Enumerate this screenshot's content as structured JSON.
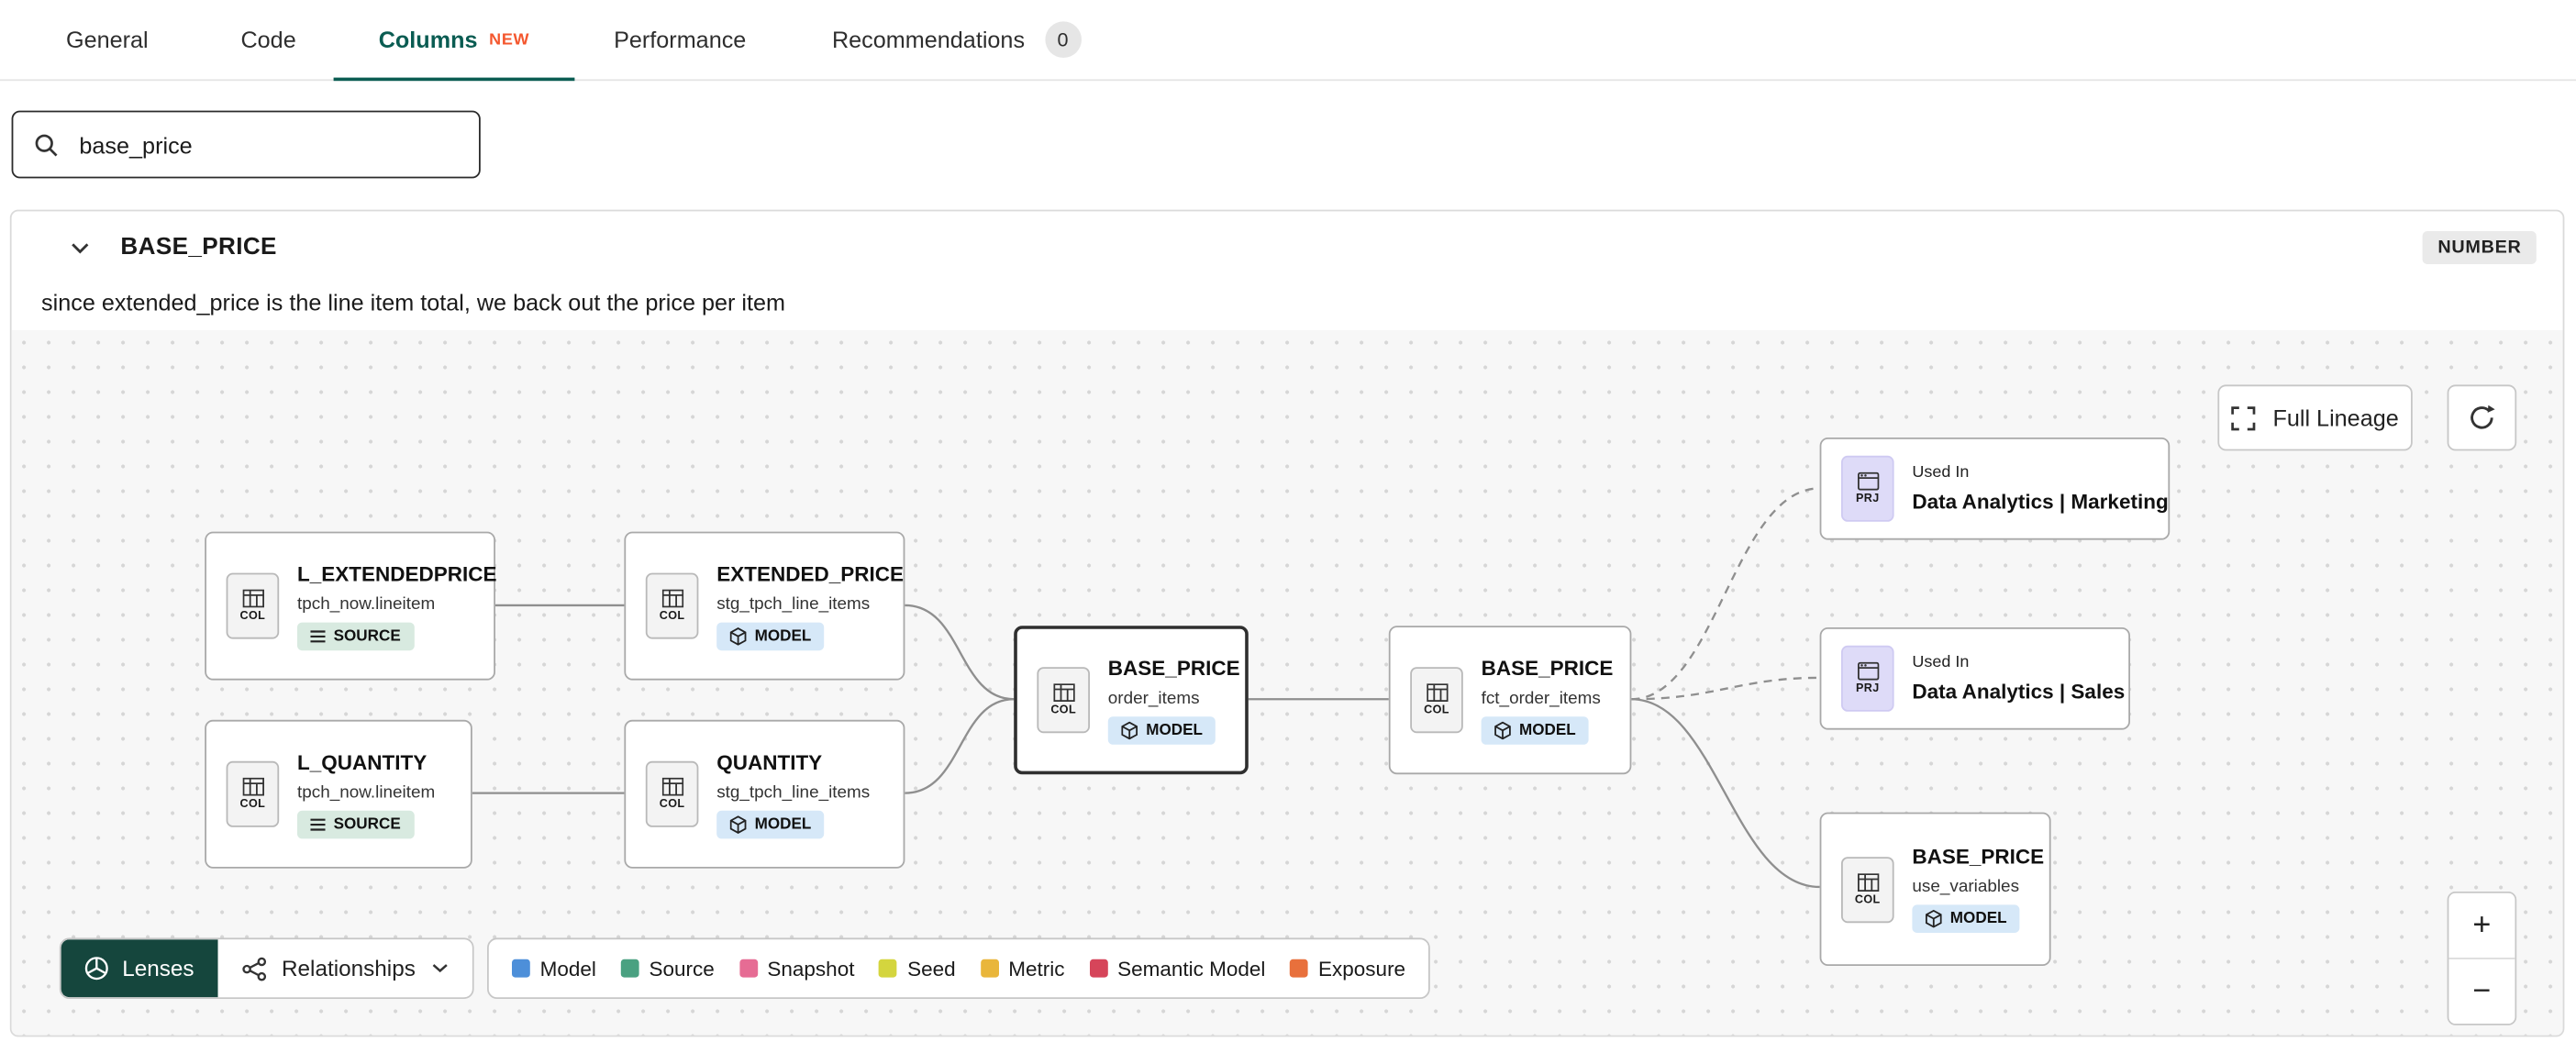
{
  "tabs": [
    {
      "label": "General"
    },
    {
      "label": "Code"
    },
    {
      "label": "Columns",
      "badge": "NEW"
    },
    {
      "label": "Performance"
    },
    {
      "label": "Recommendations",
      "count": "0"
    }
  ],
  "search": {
    "value": "base_price"
  },
  "column": {
    "name": "BASE_PRICE",
    "type": "NUMBER",
    "description": "since extended_price is the line item total, we back out the price per item"
  },
  "lineage": {
    "full_lineage_label": "Full Lineage",
    "nodes": [
      {
        "icon": "COL",
        "title": "L_EXTENDEDPRICE",
        "subtitle": "tpch_now.lineitem",
        "badge": "SOURCE"
      },
      {
        "icon": "COL",
        "title": "EXTENDED_PRICE",
        "subtitle": "stg_tpch_line_items",
        "badge": "MODEL"
      },
      {
        "icon": "COL",
        "title": "L_QUANTITY",
        "subtitle": "tpch_now.lineitem",
        "badge": "SOURCE"
      },
      {
        "icon": "COL",
        "title": "QUANTITY",
        "subtitle": "stg_tpch_line_items",
        "badge": "MODEL"
      },
      {
        "icon": "COL",
        "title": "BASE_PRICE",
        "subtitle": "order_items",
        "badge": "MODEL",
        "selected": true
      },
      {
        "icon": "COL",
        "title": "BASE_PRICE",
        "subtitle": "fct_order_items",
        "badge": "MODEL"
      },
      {
        "icon": "PRJ",
        "title": "Used In",
        "subtitle": "Data Analytics | Marketing"
      },
      {
        "icon": "PRJ",
        "title": "Used In",
        "subtitle": "Data Analytics | Sales"
      },
      {
        "icon": "COL",
        "title": "BASE_PRICE",
        "subtitle": "use_variables",
        "badge": "MODEL"
      }
    ],
    "toolbar": {
      "lenses": "Lenses",
      "relationships": "Relationships"
    },
    "legend": [
      {
        "label": "Model",
        "color": "#4d8fd9"
      },
      {
        "label": "Source",
        "color": "#4aa181"
      },
      {
        "label": "Snapshot",
        "color": "#e66c94"
      },
      {
        "label": "Seed",
        "color": "#d4d53e"
      },
      {
        "label": "Metric",
        "color": "#e9b63b"
      },
      {
        "label": "Semantic Model",
        "color": "#d6455a"
      },
      {
        "label": "Exposure",
        "color": "#e8703c"
      }
    ],
    "zoom": {
      "zoom_in": "+",
      "zoom_out": "−"
    }
  }
}
